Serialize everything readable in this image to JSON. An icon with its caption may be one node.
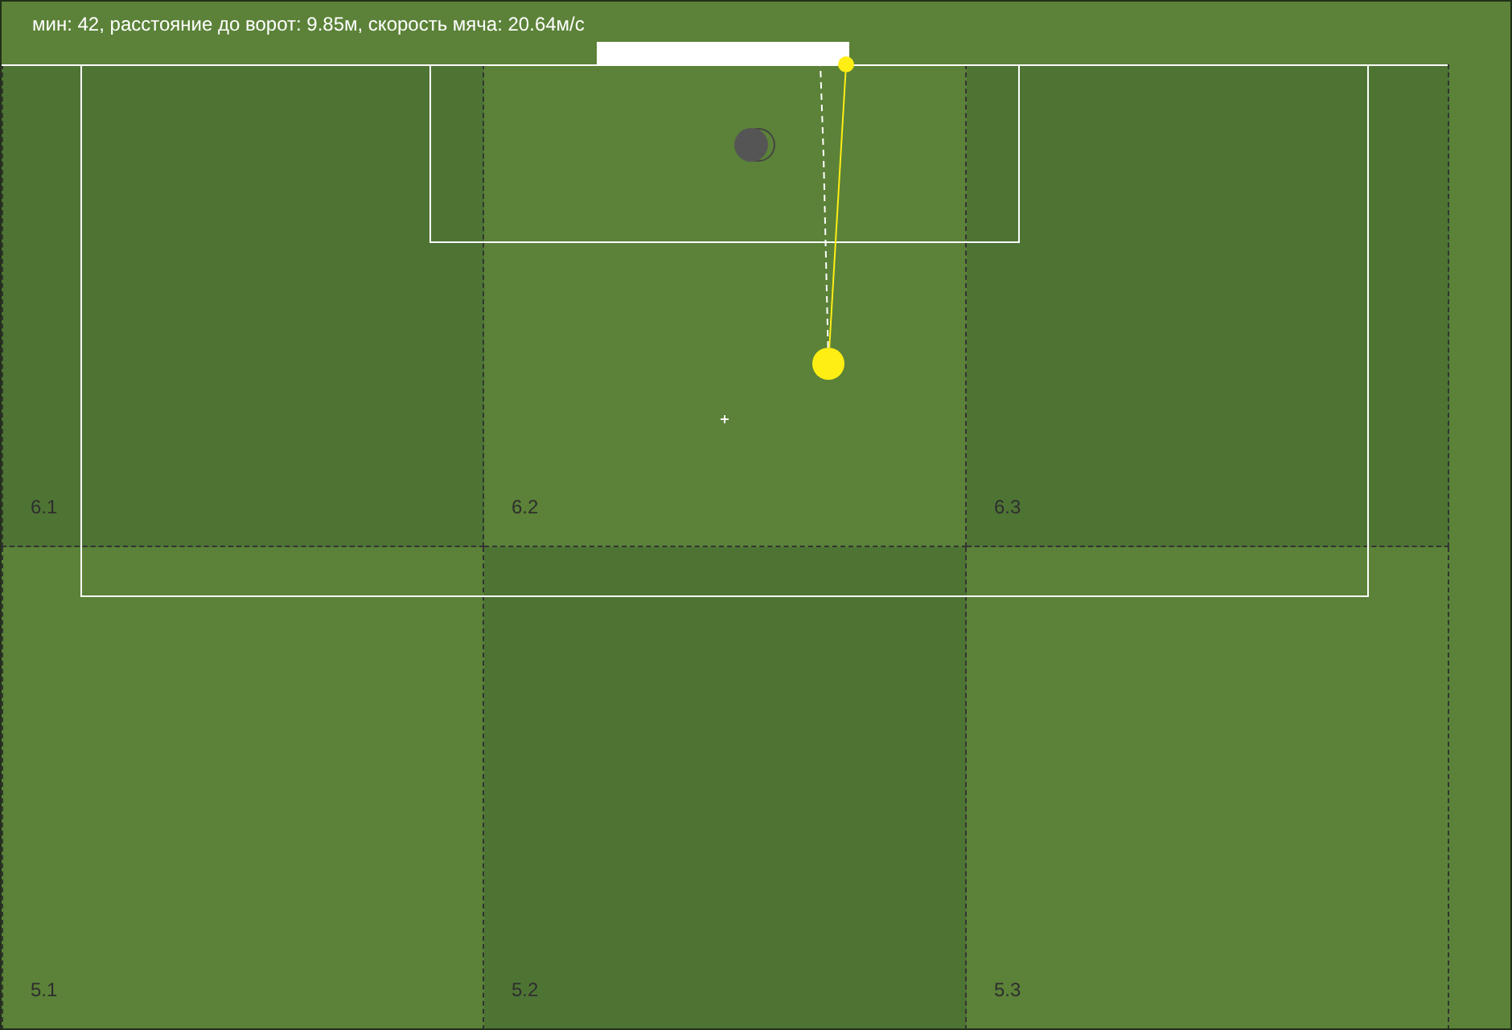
{
  "diagram": {
    "title": "мин: 42, расстояние до ворот: 9.85м, скорость мяча: 20.64м/с",
    "nodes": [
      {
        "text": [],
        "shape": "box"
      },
      {
        "text": [
          "6.1"
        ]
      },
      {
        "text": [
          "6.2"
        ]
      },
      {
        "text": [
          "6.3"
        ]
      },
      {
        "text": [
          "5.1"
        ]
      },
      {
        "text": [
          "5.2"
        ]
      },
      {
        "text": [
          "5.3"
        ]
      },
      {
        "text": [],
        "shape": "circle",
        "in": 2
      },
      {
        "text": [],
        "shape": "circle"
      }
    ],
    "edges": [
      {
        "from": 7,
        "to": 8,
        "arrow": "none",
        "color": "#ffee14"
      },
      {
        "from": 7,
        "to": 0,
        "arrow": "none",
        "style": "dashed",
        "color": "#ffffff"
      }
    ]
  }
}
